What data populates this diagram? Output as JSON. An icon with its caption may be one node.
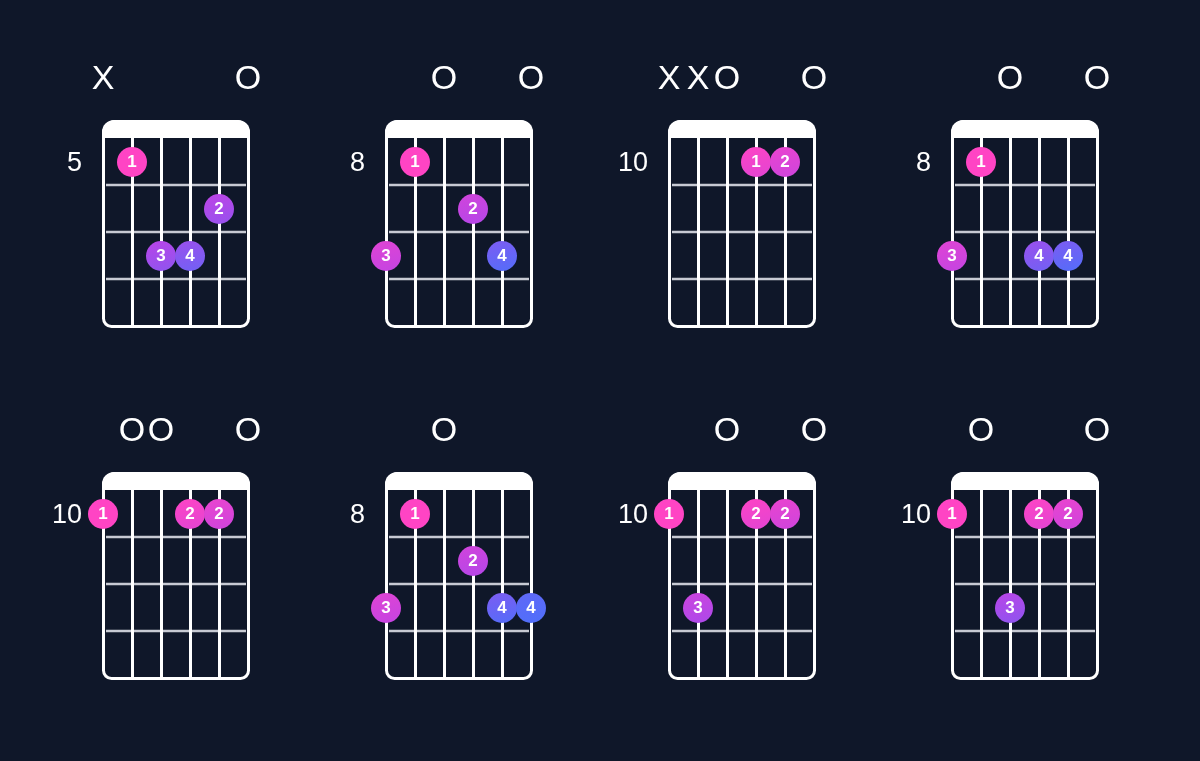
{
  "diagram": {
    "nodes": [
      {
        "text": [],
        "shape": "grid",
        "beside": [
          "X",
          "O",
          "5"
        ]
      },
      {
        "text": [
          "1"
        ],
        "in": 0
      },
      {
        "text": [
          "2"
        ],
        "in": 0
      },
      {
        "text": [
          "3"
        ],
        "in": 0
      },
      {
        "text": [
          "4"
        ],
        "in": 0
      },
      {
        "text": [],
        "shape": "grid",
        "beside": [
          "O",
          "O",
          "8"
        ]
      },
      {
        "text": [
          "1"
        ],
        "in": 5
      },
      {
        "text": [
          "2"
        ],
        "in": 5
      },
      {
        "text": [
          "3"
        ]
      },
      {
        "text": [
          "4"
        ],
        "in": 5
      },
      {
        "text": [],
        "shape": "grid",
        "beside": [
          "X",
          "X",
          "O",
          "O",
          "10"
        ]
      },
      {
        "text": [
          "1"
        ],
        "in": 10
      },
      {
        "text": [
          "2"
        ],
        "in": 10
      },
      {
        "text": [],
        "shape": "grid",
        "beside": [
          "O",
          "O",
          "8"
        ]
      },
      {
        "text": [
          "1"
        ],
        "in": 13
      },
      {
        "text": [
          "3"
        ]
      },
      {
        "text": [
          "4"
        ],
        "in": 13
      },
      {
        "text": [
          "4"
        ],
        "in": 13
      },
      {
        "text": [],
        "shape": "grid",
        "beside": [
          "O",
          "O",
          "O",
          "10"
        ]
      },
      {
        "text": [
          "1"
        ]
      },
      {
        "text": [
          "2"
        ],
        "in": 18
      },
      {
        "text": [
          "2"
        ],
        "in": 18
      },
      {
        "text": [],
        "shape": "grid",
        "beside": [
          "O",
          "8"
        ]
      },
      {
        "text": [
          "1"
        ],
        "in": 22
      },
      {
        "text": [
          "2"
        ],
        "in": 22
      },
      {
        "text": [
          "3"
        ]
      },
      {
        "text": [
          "4"
        ],
        "in": 22
      },
      {
        "text": [
          "4"
        ]
      },
      {
        "text": [],
        "shape": "grid",
        "beside": [
          "O",
          "O",
          "10"
        ]
      },
      {
        "text": [
          "1"
        ]
      },
      {
        "text": [
          "2"
        ],
        "in": 28
      },
      {
        "text": [
          "2"
        ],
        "in": 28
      },
      {
        "text": [
          "3"
        ],
        "in": 28
      },
      {
        "text": [],
        "shape": "grid",
        "beside": [
          "O",
          "O",
          "10"
        ]
      },
      {
        "text": [
          "1"
        ]
      },
      {
        "text": [
          "2"
        ],
        "in": 33
      },
      {
        "text": [
          "2"
        ],
        "in": 33
      },
      {
        "text": [
          "3"
        ],
        "in": 33
      }
    ]
  }
}
